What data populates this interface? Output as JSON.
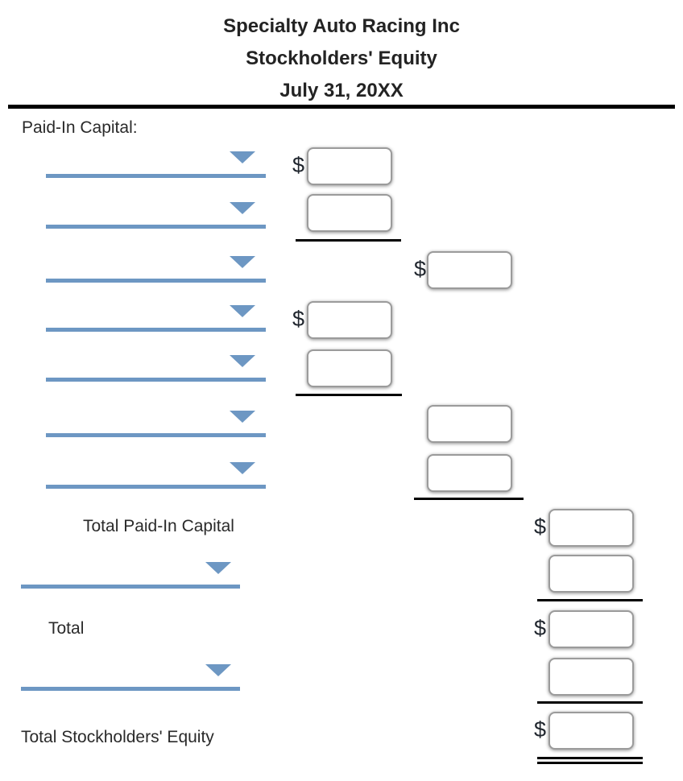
{
  "header": {
    "company": "Specialty Auto Racing Inc",
    "statement": "Stockholders' Equity",
    "date": "July 31, 20XX"
  },
  "labels": {
    "paid_in_capital": "Paid-In Capital:",
    "total_paid_in_capital": "Total Paid-In Capital",
    "total": "Total",
    "total_stockholders_equity": "Total Stockholders' Equity"
  },
  "currency_symbol": "$",
  "inputs": {
    "value": "",
    "placeholder": ""
  },
  "colors": {
    "accent_blue": "#6d97c3",
    "rule_black": "#000000",
    "box_border": "#9b9b9b",
    "text": "#2a2a2a"
  },
  "structure": {
    "rows": [
      {
        "row": 1,
        "type": "account-dropdown",
        "selected": "",
        "amount_column": "left",
        "dollar_sign": true,
        "amount_value": ""
      },
      {
        "row": 2,
        "type": "account-dropdown",
        "selected": "",
        "amount_column": "left",
        "dollar_sign": false,
        "amount_value": "",
        "rule_below": "single"
      },
      {
        "row": 3,
        "type": "account-dropdown",
        "selected": "",
        "amount_column": "middle",
        "dollar_sign": true,
        "amount_value": ""
      },
      {
        "row": 4,
        "type": "account-dropdown",
        "selected": "",
        "amount_column": "left",
        "dollar_sign": true,
        "amount_value": ""
      },
      {
        "row": 5,
        "type": "account-dropdown",
        "selected": "",
        "amount_column": "left",
        "dollar_sign": false,
        "amount_value": "",
        "rule_below": "single"
      },
      {
        "row": 6,
        "type": "account-dropdown",
        "selected": "",
        "amount_column": "middle",
        "dollar_sign": false,
        "amount_value": ""
      },
      {
        "row": 7,
        "type": "account-dropdown",
        "selected": "",
        "amount_column": "middle",
        "dollar_sign": false,
        "amount_value": "",
        "rule_below": "single"
      },
      {
        "row": 8,
        "type": "label",
        "label": "Total Paid-In Capital",
        "amount_column": "right",
        "dollar_sign": true,
        "amount_value": ""
      },
      {
        "row": 9,
        "type": "account-dropdown",
        "selected": "",
        "amount_column": "right",
        "dollar_sign": false,
        "amount_value": "",
        "rule_below": "single"
      },
      {
        "row": 10,
        "type": "label",
        "label": "Total",
        "amount_column": "right",
        "dollar_sign": true,
        "amount_value": ""
      },
      {
        "row": 11,
        "type": "account-dropdown",
        "selected": "",
        "amount_column": "right",
        "dollar_sign": false,
        "amount_value": "",
        "rule_below": "single"
      },
      {
        "row": 12,
        "type": "label",
        "label": "Total Stockholders' Equity",
        "amount_column": "right",
        "dollar_sign": true,
        "amount_value": "",
        "rule_below": "double"
      }
    ]
  }
}
